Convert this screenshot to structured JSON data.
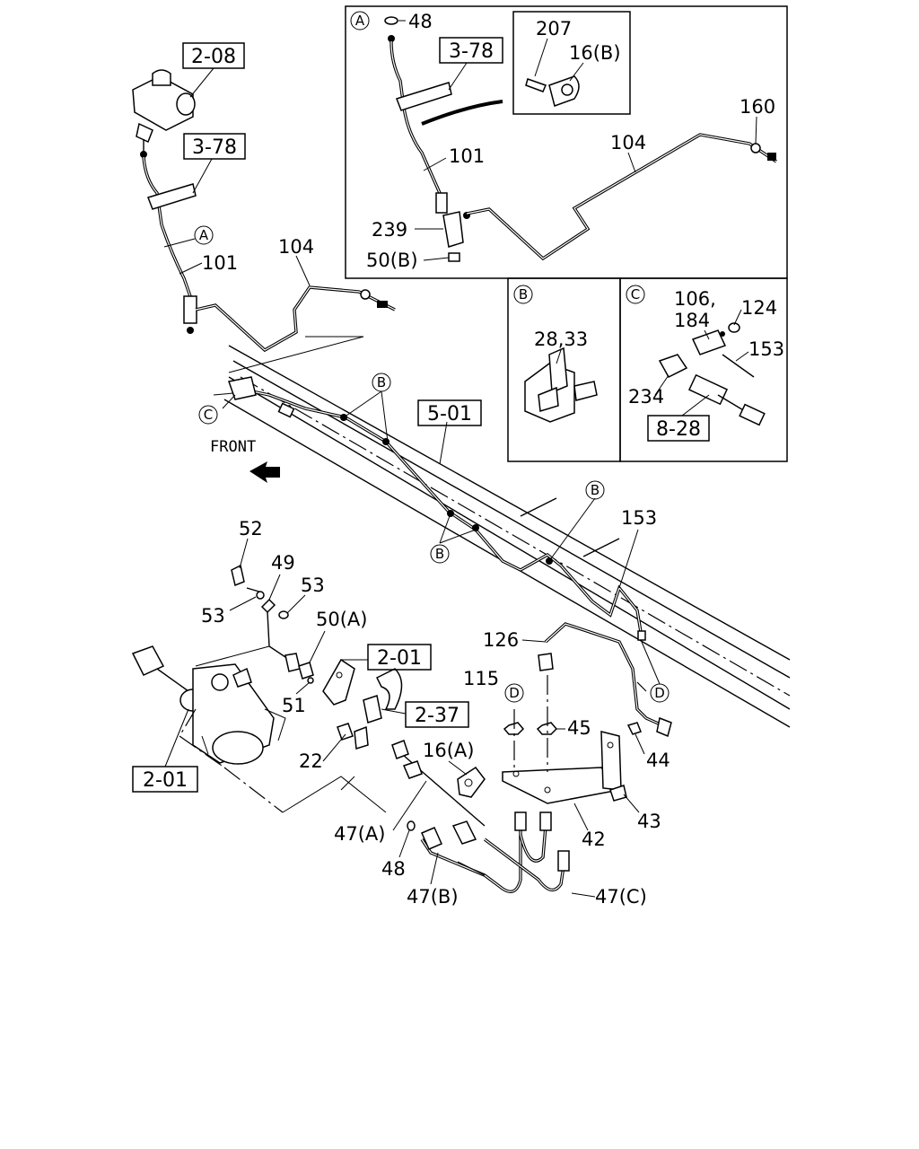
{
  "refs": {
    "r208": "2-08",
    "r378a": "3-78",
    "r378b": "3-78",
    "r501": "5-01",
    "r201a": "2-01",
    "r201b": "2-01",
    "r237": "2-37",
    "r828": "8-28"
  },
  "callouts": {
    "A": "A",
    "B": "B",
    "C": "C",
    "D": "D"
  },
  "front": "FRONT",
  "labels": {
    "p101": "101",
    "p104": "104",
    "p5_101": "101",
    "p5_104": "104",
    "p48a": "48",
    "p207": "207",
    "p16b": "16(B)",
    "p160": "160",
    "p239": "239",
    "p50b": "50(B)",
    "p2833": "28,33",
    "p106": "106,",
    "p184": "184",
    "p124": "124",
    "p153a": "153",
    "p234": "234",
    "p153b": "153",
    "p52": "52",
    "p49": "49",
    "p53a": "53",
    "p53b": "53",
    "p50a": "50(A)",
    "p51": "51",
    "p22": "22",
    "p16a": "16(A)",
    "p126": "126",
    "p115": "115",
    "p45": "45",
    "p44": "44",
    "p43": "43",
    "p42": "42",
    "p47a": "47(A)",
    "p48b": "48",
    "p47b": "47(B)",
    "p47c": "47(C)"
  }
}
